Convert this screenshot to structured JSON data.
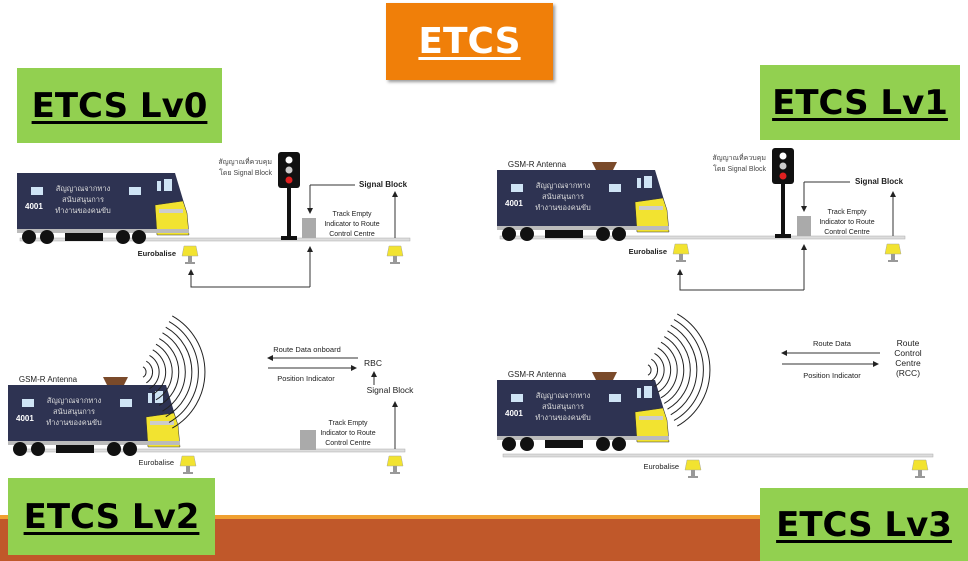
{
  "title": "ETCS",
  "colors": {
    "title_bg": "#f07f09",
    "level_bg": "#92d050",
    "train_body": "#2e3352",
    "train_nose": "#f2e330",
    "balise": "#f2e330",
    "antenna": "#7a4a2a",
    "bottom_bar": "#c0582a"
  },
  "train": {
    "number": "4001",
    "thai_lines": [
      "สัญญาณจากทาง",
      "สนับสนุนการ",
      "ทำงานของคนขับ"
    ]
  },
  "common": {
    "eurobalise": "Eurobalise",
    "signal_block": "Signal Block",
    "signal_caption": [
      "สัญญาณที่ควบคุม",
      "โดย Signal Block"
    ],
    "track_empty": [
      "Track Empty",
      "Indicator to Route",
      "Control Centre"
    ],
    "gsmr": "GSM-R Antenna"
  },
  "levels": [
    {
      "label": "ETCS Lv0"
    },
    {
      "label": "ETCS Lv1"
    },
    {
      "label": "ETCS Lv2",
      "route_data": "Route Data onboard",
      "position": "Position Indicator",
      "rbc": "RBC"
    },
    {
      "label": "ETCS Lv3",
      "route_data": "Route Data",
      "position": "Position Indicator",
      "rcc": [
        "Route",
        "Control",
        "Centre",
        "(RCC)"
      ]
    }
  ]
}
